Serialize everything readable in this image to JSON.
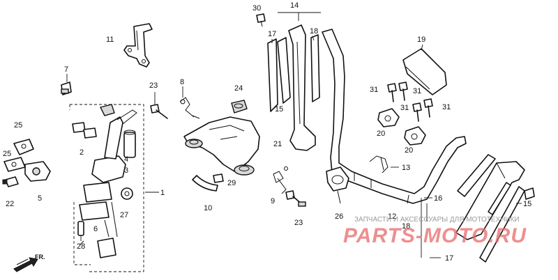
{
  "callouts": [
    "30",
    "14",
    "17",
    "18",
    "11",
    "19",
    "7",
    "31",
    "31",
    "23",
    "8",
    "24",
    "31",
    "31",
    "25",
    "20",
    "15",
    "20",
    "21",
    "2",
    "25",
    "4",
    "13",
    "3",
    "1",
    "22",
    "5",
    "29",
    "27",
    "9",
    "10",
    "6",
    "26",
    "12",
    "16",
    "23",
    "28",
    "15",
    "17",
    "18"
  ],
  "watermark": {
    "text": "ЗАПЧАСТИ И АКСЕССУАРЫ ДЛЯ МОТОТЕХНИКИ",
    "logo": "PARTS-MOTO.RU"
  },
  "direction_marker": {
    "label": "FR."
  },
  "colors": {
    "line": "#111111",
    "background": "#ffffff",
    "watermark_logo": "#e86a6a",
    "watermark_text": "#9a9a9a"
  }
}
